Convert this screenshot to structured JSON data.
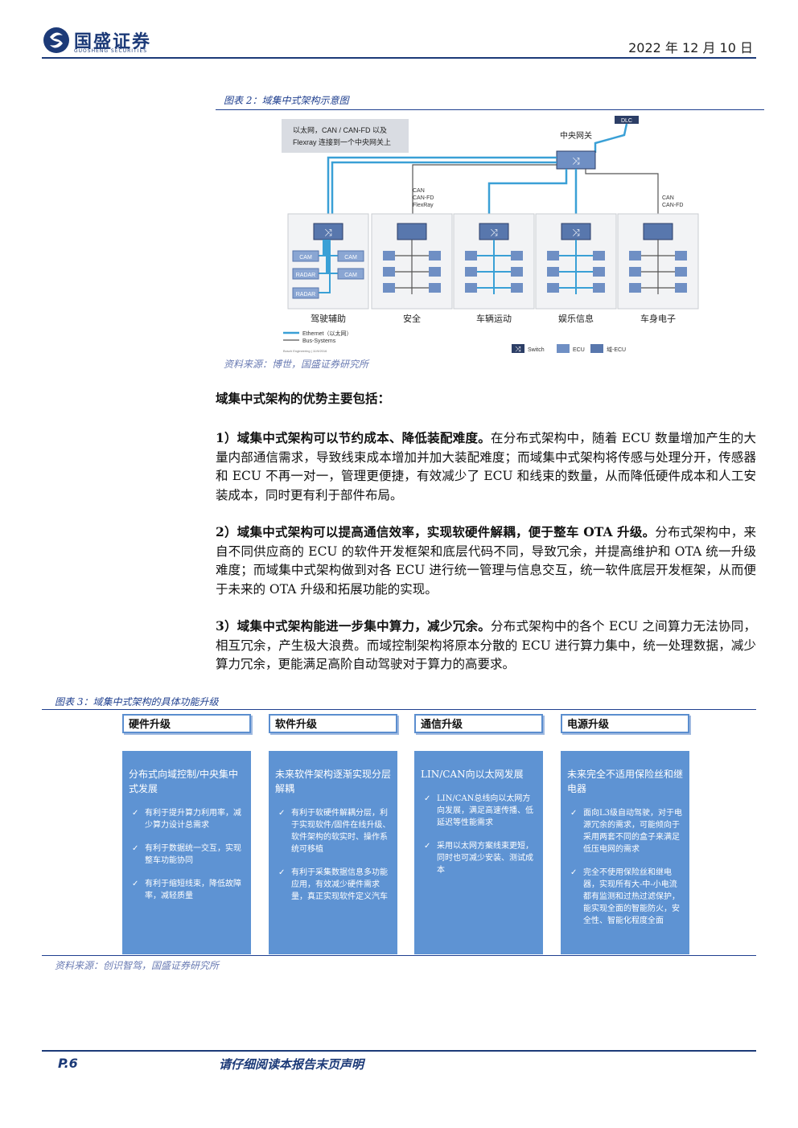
{
  "header": {
    "logo_text": "国盛证券",
    "logo_sub": "GUOSHENG SECURITIES",
    "date": "2022 年 12 月 10 日"
  },
  "figure2": {
    "caption": "图表 2：域集中式架构示意图",
    "note": "以太网，CAN / CAN-FD 以及 Flexray 连接到一个中央网关上",
    "central_gateway": "中央网关",
    "dlc": "DLC",
    "bus_labels": {
      "safety": "CAN\nCAN-FD\nFlexRay",
      "body": "CAN\nCAN-FD"
    },
    "ecu_labels": [
      "CAM",
      "CAM",
      "RADAR",
      "CAM",
      "RADAR"
    ],
    "domains": [
      "驾驶辅助",
      "安全",
      "车辆运动",
      "娱乐信息",
      "车身电子"
    ],
    "legend_lines": [
      "Ethernet（以太网）",
      "Bus-Systems"
    ],
    "legend_icons": [
      "Switch",
      "ECU",
      "域-ECU"
    ],
    "credit": "Bosch Engineering | 11/9/2016",
    "source": "资料来源：博世，国盛证券研究所",
    "colors": {
      "ethernet": "#3aa0d6",
      "bus": "#555555",
      "ecu": "#6f8fc4",
      "domain_ecu": "#5877ad"
    }
  },
  "text": {
    "heading": "域集中式架构的优势主要包括：",
    "p1_bold": "1）域集中式架构可以节约成本、降低装配难度。",
    "p1_rest": "在分布式架构中，随着 ECU 数量增加产生的大量内部通信需求，导致线束成本增加并加大装配难度；而域集中式架构将传感与处理分开，传感器和 ECU 不再一对一，管理更便捷，有效减少了 ECU 和线束的数量，从而降低硬件成本和人工安装成本，同时更有利于部件布局。",
    "p2_bold": "2）域集中式架构可以提高通信效率，实现软硬件解耦，便于整车 OTA 升级。",
    "p2_rest": "分布式架构中，来自不同供应商的 ECU 的软件开发框架和底层代码不同，导致冗余，并提高维护和 OTA 统一升级难度；而域集中式架构做到对各 ECU 进行统一管理与信息交互，统一软件底层开发框架，从而便于未来的 OTA 升级和拓展功能的实现。",
    "p3_bold": "3）域集中式架构能进一步集中算力，减少冗余。",
    "p3_rest": "分布式架构中的各个 ECU 之间算力无法协同，相互冗余，产生极大浪费。而域控制架构将原本分散的 ECU 进行算力集中，统一处理数据，减少算力冗余，更能满足高阶自动驾驶对于算力的高要求。"
  },
  "figure3": {
    "caption": "图表 3：域集中式架构的具体功能升级",
    "source": "资料来源：创识智驾，国盛证券研究所",
    "columns": [
      {
        "category": "硬件升级",
        "title": "分布式向域控制/中央集中式发展",
        "bullets": [
          "有利于提升算力利用率，减少算力设计总需求",
          "有利于数据统一交互，实现整车功能协同",
          "有利于缩短线束，降低故障率，减轻质量"
        ]
      },
      {
        "category": "软件升级",
        "title": "未来软件架构逐渐实现分层解耦",
        "bullets": [
          "有利于软硬件解耦分层，利于实现软件/固件在线升级、软件架构的软实时、操作系统可移植",
          "有利于采集数据信息多功能应用，有效减少硬件需求量，真正实现软件定义汽车"
        ]
      },
      {
        "category": "通信升级",
        "title": "LIN/CAN向以太网发展",
        "bullets": [
          "LIN/CAN总线向以太网方向发展，满足高速传播、低延迟等性能需求",
          "采用以太网方案线束更短，同时也可减少安装、测试成本"
        ]
      },
      {
        "category": "电源升级",
        "title": "未来完全不适用保险丝和继电器",
        "bullets": [
          "面向L3级自动驾驶，对于电源冗余的需求，可能倾向于采用两套不同的盒子来满足低压电网的需求",
          "完全不使用保险丝和继电器，实现所有大-中-小电流都有监测和过热过滤保护，能实现全面的智能防火，安全性、智能化程度全面"
        ]
      }
    ]
  },
  "footer": {
    "page": "P.6",
    "note": "请仔细阅读本报告末页声明"
  }
}
